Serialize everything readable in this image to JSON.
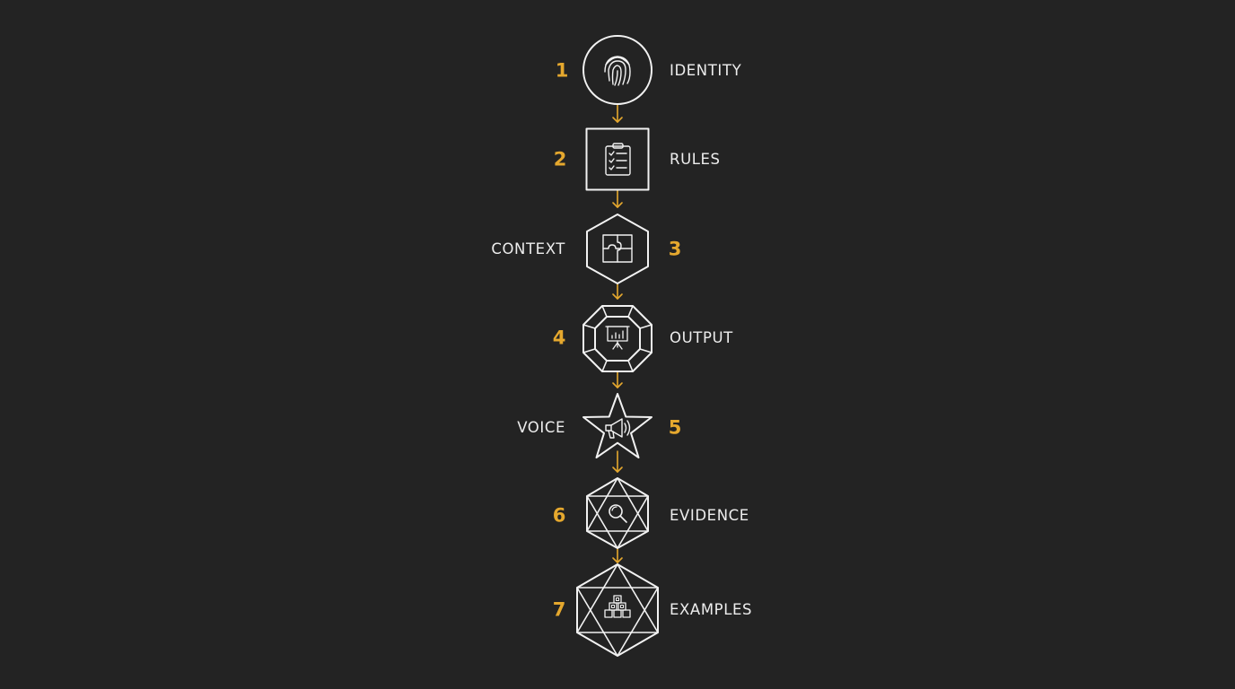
{
  "colors": {
    "background": "#232323",
    "stroke": "#F2F2F2",
    "accent": "#E5A82E"
  },
  "steps": [
    {
      "number": "1",
      "label": "IDENTITY",
      "shape": "circle",
      "icon": "fingerprint-icon"
    },
    {
      "number": "2",
      "label": "RULES",
      "shape": "square",
      "icon": "clipboard-checklist-icon"
    },
    {
      "number": "3",
      "label": "CONTEXT",
      "shape": "hexagon",
      "icon": "puzzle-icon"
    },
    {
      "number": "4",
      "label": "OUTPUT",
      "shape": "octagon",
      "icon": "presentation-chart-icon"
    },
    {
      "number": "5",
      "label": "VOICE",
      "shape": "star",
      "icon": "megaphone-icon"
    },
    {
      "number": "6",
      "label": "EVIDENCE",
      "shape": "hexagram-hexagon",
      "icon": "magnifier-icon"
    },
    {
      "number": "7",
      "label": "EXAMPLES",
      "shape": "hexagram-large",
      "icon": "blocks-icon"
    }
  ]
}
